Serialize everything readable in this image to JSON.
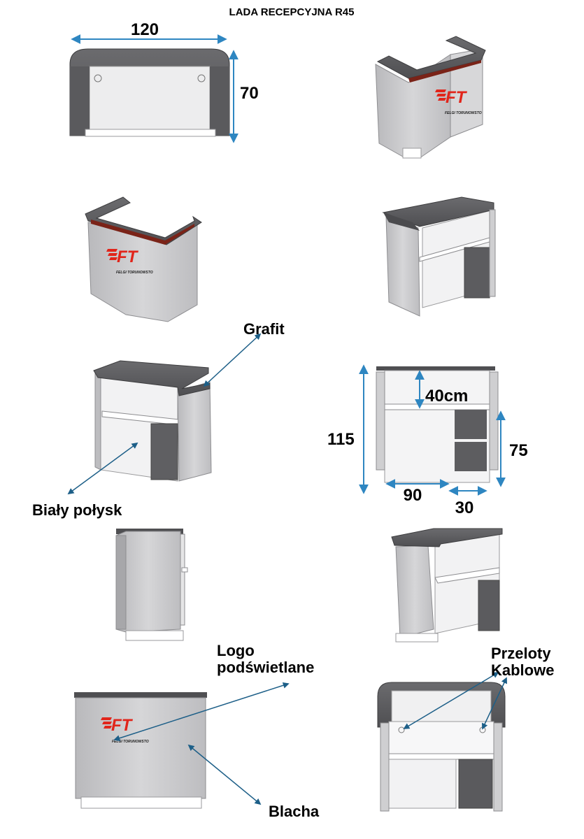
{
  "title": "LADA RECEPCYJNA R45",
  "dimensions": {
    "top_width": "120",
    "top_depth": "70",
    "height_total": "115",
    "shelf_gap": "40cm",
    "desk_height": "75",
    "knee_width": "90",
    "cabinet_width": "30"
  },
  "materials": {
    "grafit": "Grafit",
    "bialy": "Biały połysk",
    "logo": "Logo podświetlane",
    "logo_line1": "Logo",
    "logo_line2": "podświetlane",
    "blacha": "Blacha",
    "przeloty_line1": "Przeloty",
    "przeloty_line2": "Kablowe"
  },
  "logo": {
    "mark": "FT",
    "tagline": "FELGI TORUNOWSTO"
  },
  "colors": {
    "graphite": "#5b5b5e",
    "panel_grey": "#c9c9cb",
    "white_gloss": "#efefef",
    "dark_cabinet": "#616163",
    "logo_red": "#e1251b",
    "arrow_blue": "#2e86c1",
    "led_strip": "#7a2318"
  }
}
